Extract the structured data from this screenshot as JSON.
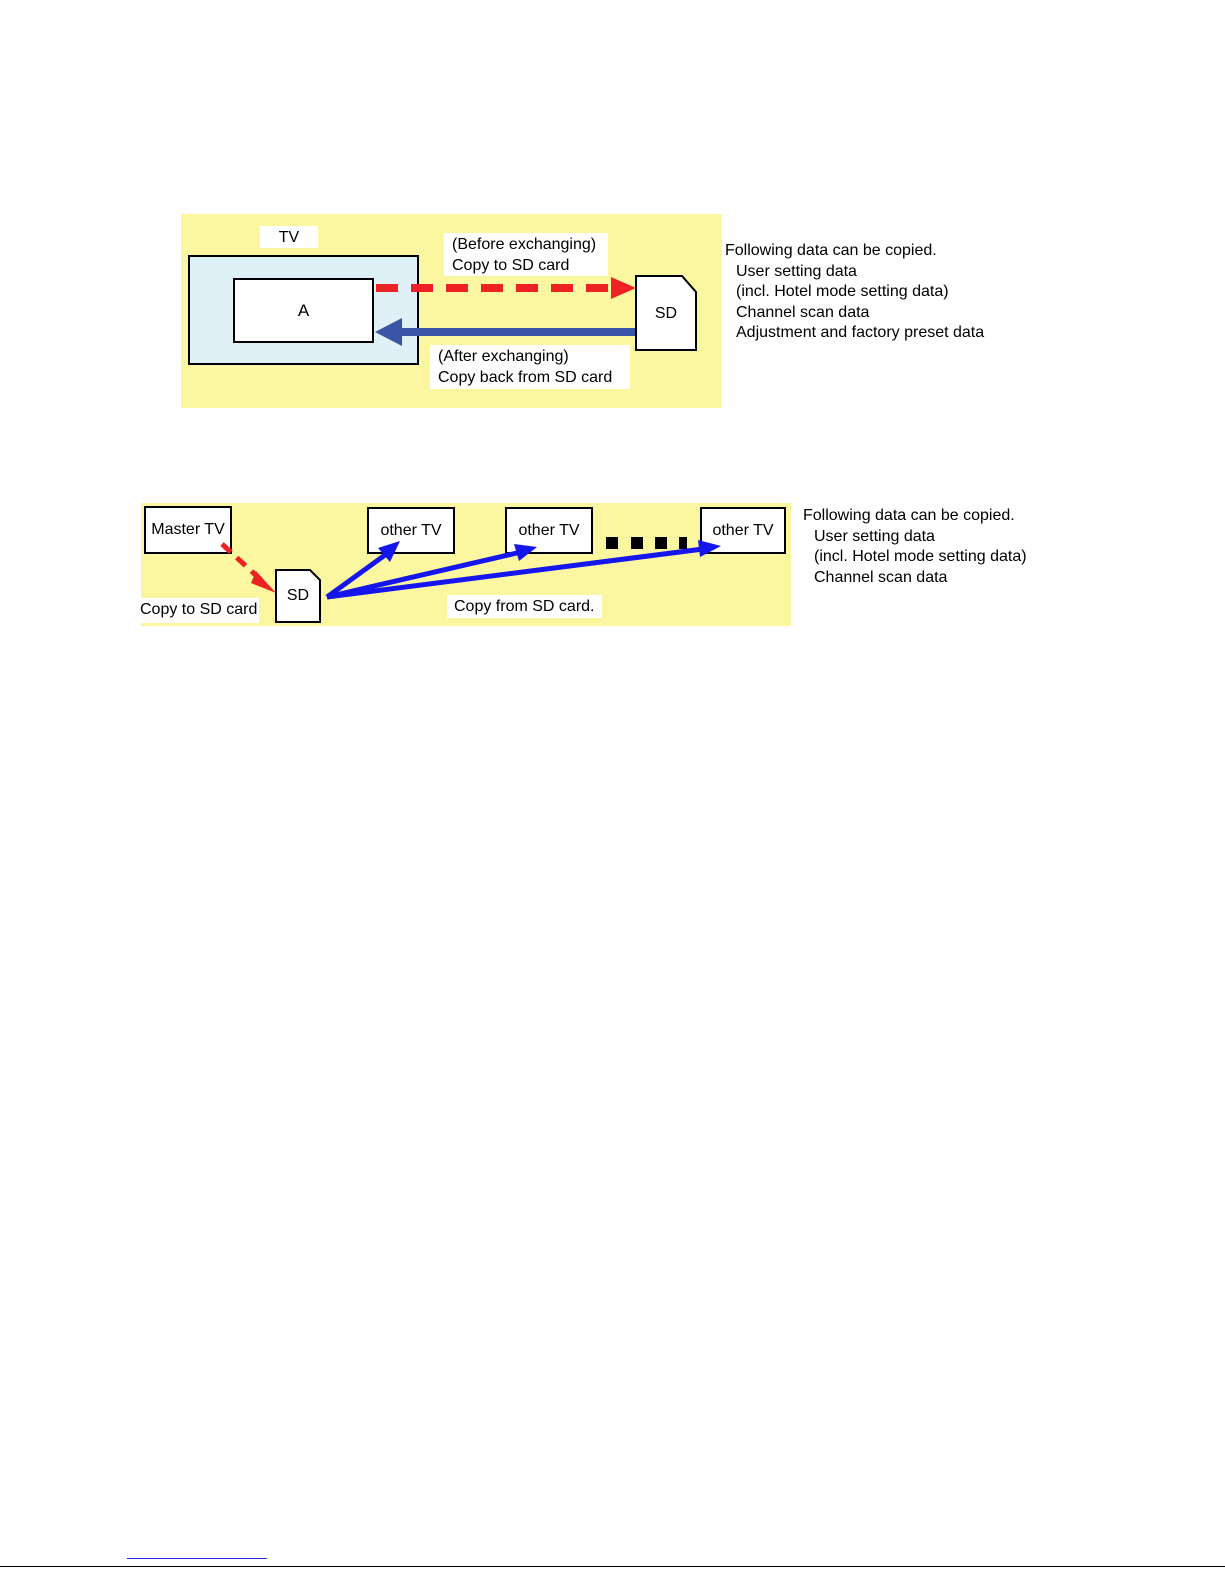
{
  "diagram1": {
    "tv_label": "TV",
    "board_label": "A",
    "sd_label": "SD",
    "before_label": [
      "(Before exchanging)",
      "Copy to SD card"
    ],
    "after_label": [
      "(After exchanging)",
      "Copy back from SD card"
    ],
    "notes": [
      "Following data can be copied.",
      "User setting data",
      "(incl. Hotel mode setting data)",
      "Channel scan data",
      "Adjustment and factory preset data"
    ]
  },
  "diagram2": {
    "master_label": "Master TV",
    "other_tv_labels": [
      "other TV",
      "other TV",
      "other TV"
    ],
    "sd_label": "SD",
    "copy_to_label": "Copy to SD card",
    "copy_from_label": "Copy from SD card.",
    "notes": [
      "Following data can be copied.",
      "User setting data",
      "(incl. Hotel mode setting data)",
      "Channel scan data"
    ]
  },
  "colors": {
    "panel_yellow": "#fbf6a0",
    "tv_light_blue": "#dff0f7",
    "copy_to_red": "#ee2222",
    "copy_back_blue": "#3a55a8",
    "copy_from_blue": "#1515ee"
  }
}
